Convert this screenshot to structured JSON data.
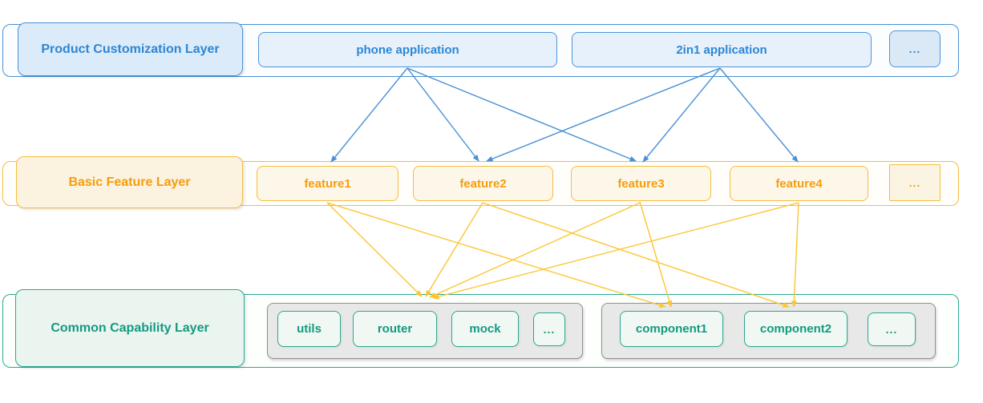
{
  "diagram": {
    "layers": [
      {
        "name": "Product Customization Layer",
        "theme_color": "#2e86d3",
        "items": [
          {
            "label": "phone application"
          },
          {
            "label": "2in1 application"
          },
          {
            "label": "..."
          }
        ]
      },
      {
        "name": "Basic Feature Layer",
        "theme_color": "#f59d0e",
        "items": [
          {
            "label": "feature1"
          },
          {
            "label": "feature2"
          },
          {
            "label": "feature3"
          },
          {
            "label": "feature4"
          },
          {
            "label": "..."
          }
        ]
      },
      {
        "name": "Common Capability Layer",
        "theme_color": "#149a81",
        "groups": [
          {
            "items": [
              {
                "label": "utils"
              },
              {
                "label": "router"
              },
              {
                "label": "mock"
              },
              {
                "label": "..."
              }
            ]
          },
          {
            "items": [
              {
                "label": "component1"
              },
              {
                "label": "component2"
              },
              {
                "label": "..."
              }
            ]
          }
        ]
      }
    ],
    "edges": {
      "app_to_feature": [
        {
          "from": "phone application",
          "to": "feature1"
        },
        {
          "from": "phone application",
          "to": "feature2"
        },
        {
          "from": "phone application",
          "to": "feature3"
        },
        {
          "from": "2in1 application",
          "to": "feature2"
        },
        {
          "from": "2in1 application",
          "to": "feature3"
        },
        {
          "from": "2in1 application",
          "to": "feature4"
        }
      ],
      "feature_to_capability": [
        {
          "from": "feature1",
          "to": "capability-group-1"
        },
        {
          "from": "feature2",
          "to": "capability-group-1"
        },
        {
          "from": "feature3",
          "to": "capability-group-1"
        },
        {
          "from": "feature4",
          "to": "capability-group-1"
        },
        {
          "from": "feature1",
          "to": "component1"
        },
        {
          "from": "feature3",
          "to": "component1"
        },
        {
          "from": "feature2",
          "to": "component2"
        },
        {
          "from": "feature4",
          "to": "component2"
        }
      ]
    },
    "colors": {
      "blue_arrow": "#4a90d6",
      "yellow_arrow": "#fcc530",
      "blue_border": "#4f94d8",
      "orange_border": "#f5bc3f",
      "teal_border": "#2ba893",
      "gray_group_fill": "#e8e8e8",
      "gray_group_border": "#909090"
    }
  }
}
